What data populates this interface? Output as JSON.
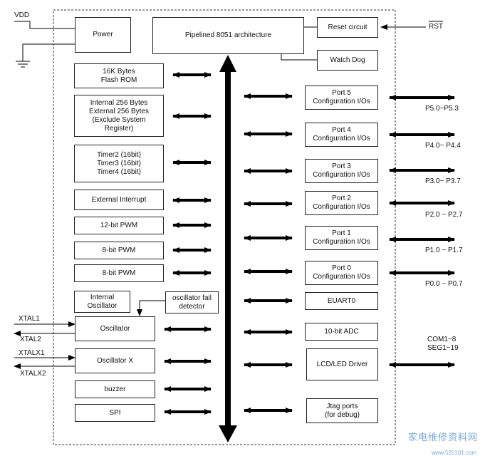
{
  "labels": {
    "vdd": "VDD",
    "rst": "RST",
    "xtal1": "XTAL1",
    "xtal2": "XTAL2",
    "xtalx1": "XTALX1",
    "xtalx2": "XTALX2",
    "p5": "P5.0~P5.3",
    "p4": "P4.0~ P4.4",
    "p3": "P3.0~ P3.7",
    "p2": "P2.0 ~ P2.7",
    "p1": "P1.0 ~ P1.7",
    "p0": "P0.0 ~ P0.7",
    "com": "COM1~8\nSEG1~19"
  },
  "blocks": {
    "power": "Power",
    "cpu": "Pipelined 8051 architecture",
    "reset": "Reset circuit",
    "watchdog": "Watch Dog",
    "flash": "16K Bytes\nFlash ROM",
    "ram": "Internal 256 Bytes\nExternal 256 Bytes\n(Exclude System\nRegister)",
    "timers": "Timer2 (16bit)\nTimer3 (16bit)\nTimer4 (16bit)",
    "ext_int": "External Interrupt",
    "pwm12": "12-bit PWM",
    "pwm8a": "8-bit PWM",
    "pwm8b": "8-bit PWM",
    "int_osc": "Internal\nOscillator",
    "osc_fail": "oscillator fail\ndetector",
    "osc": "Oscillator",
    "osc_x": "Oscillator X",
    "buzzer": "buzzer",
    "spi": "SPI",
    "port5": "Port 5\nConfiguration I/Os",
    "port4": "Port 4\nConfiguration I/Os",
    "port3": "Port 3\nConfiguration I/Os",
    "port2": "Port 2\nConfiguration I/Os",
    "port1": "Port 1\nConfiguration I/Os",
    "port0": "Port 0\nConfiguration I/Os",
    "euart": "EUART0",
    "adc": "10-bit ADC",
    "lcd": "LCD/LED Driver",
    "jtag": "Jtag ports\n(for debug)"
  },
  "watermark": {
    "text": "家电维修资料网",
    "url": "www.520101.com"
  }
}
